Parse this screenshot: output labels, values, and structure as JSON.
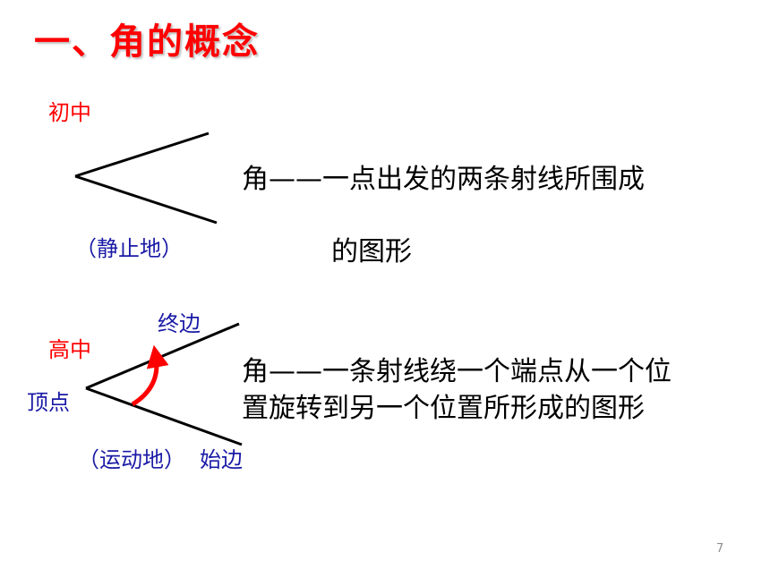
{
  "slide": {
    "title": "一、角的概念",
    "number": "7"
  },
  "junior": {
    "label": "初中",
    "mode": "（静止地）",
    "definition_line1": "角——一点出发的两条射线所围成",
    "definition_line2": "的图形"
  },
  "senior": {
    "label": "高中",
    "terminal_side": "终边",
    "vertex": "顶点",
    "mode": "（运动地）",
    "initial_side": "始边",
    "definition_line1": "角——一条射线绕一个端点从一个位",
    "definition_line2": "置旋转到另一个位置所形成的图形"
  },
  "colors": {
    "title": "#ff0000",
    "label_red": "#ff0000",
    "label_blue": "#1a1aa6",
    "text": "#000000",
    "rotation_arrow": "#ff0000"
  }
}
